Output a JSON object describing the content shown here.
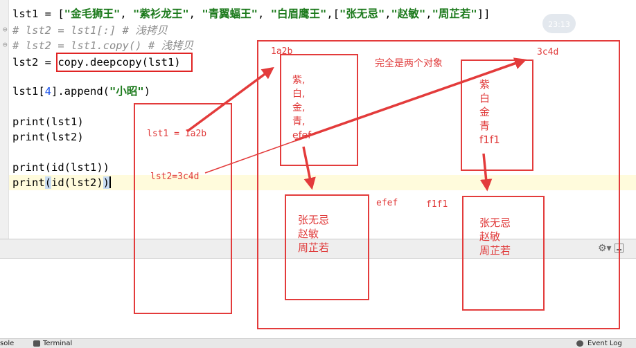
{
  "editor": {
    "line1": {
      "var": "lst1 = [",
      "s1": "\"金毛狮王\"",
      "c1": ", ",
      "s2": "\"紫衫龙王\"",
      "c2": ", ",
      "s3": "\"青翼蝠王\"",
      "c3": ", ",
      "s4": "\"白眉鹰王\"",
      "c4": ",[",
      "s5": "\"张无忌\"",
      "c5": ",",
      "s6": "\"赵敏\"",
      "c6": ",",
      "s7": "\"周芷若\"",
      "end": "]]"
    },
    "line2": "# lst2 = lst1[:] # 浅拷贝",
    "line3": "# lst2 = lst1.copy() # 浅拷贝",
    "line4_pre": "lst2 = ",
    "line4_call": "copy.deepcopy(lst1)",
    "line6_pre": "lst1[",
    "line6_num": "4",
    "line6_mid": "].append(",
    "line6_str": "\"小昭\"",
    "line6_end": ")",
    "line8": "print(lst1)",
    "line9": "print(lst2)",
    "line11": "print(id(lst1))",
    "line12_pre": "print",
    "line12_paren": "(",
    "line12_mid": "id(lst2)",
    "line12_paren2": ")"
  },
  "clock": "23:13",
  "status_bar": {
    "console": "sole",
    "terminal": "Terminal",
    "event_log": "Event Log"
  },
  "icons": {
    "settings": "gear-icon",
    "minimize": "minimize-icon",
    "terminal": "terminal-icon",
    "event_log": "event-log-icon"
  },
  "annotations": {
    "lst1_label": "lst1 = 1a2b",
    "lst2_label": "lst2=3c4d",
    "addr_left": "1a2b",
    "addr_right": "3c4d",
    "title": "完全是两个对象",
    "left_outer": "紫,\n白,\n金,\n青,\nefef",
    "right_outer": "紫\n白\n金\n青\nf1f1",
    "inner_addr_left": "efef",
    "inner_addr_right": "f1f1",
    "left_inner": "张无忌\n赵敏\n周芷若",
    "right_inner": "张无忌\n赵敏\n周芷若",
    "color": "#e33b3b"
  }
}
